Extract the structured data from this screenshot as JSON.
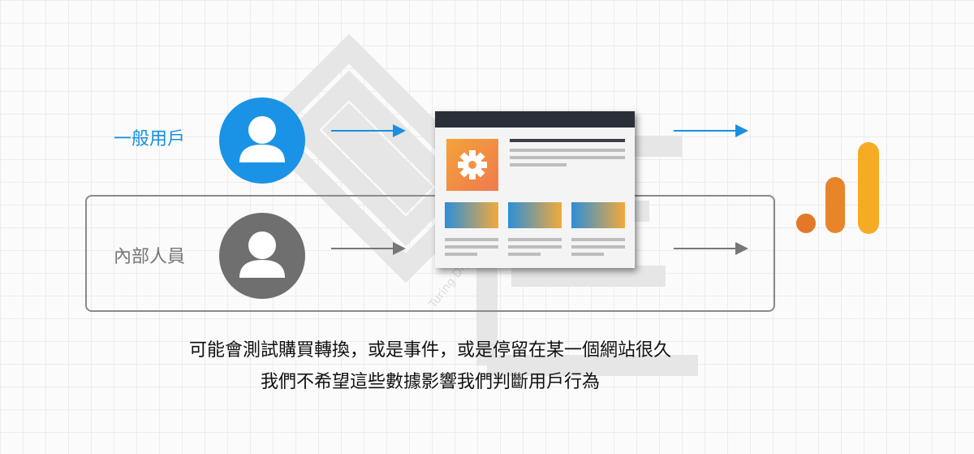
{
  "diagram": {
    "user_general": {
      "label": "一般用戶",
      "color": "#1a93e6",
      "icon": "user-icon"
    },
    "user_internal": {
      "label": "內部人員",
      "color": "#6f6f6f",
      "icon": "user-icon"
    },
    "website": {
      "icon": "website-window-icon",
      "gear_icon": "gear-icon"
    },
    "analytics": {
      "icon": "google-analytics-icon",
      "colors": [
        "#e37826",
        "#f0962c",
        "#f7ab24"
      ]
    },
    "watermark_text": "Turing Digital",
    "caption": {
      "line1": "可能會測試購買轉換，或是事件，或是停留在某一個網站很久",
      "line2": "我們不希望這些數據影響我們判斷用戶行為"
    }
  }
}
